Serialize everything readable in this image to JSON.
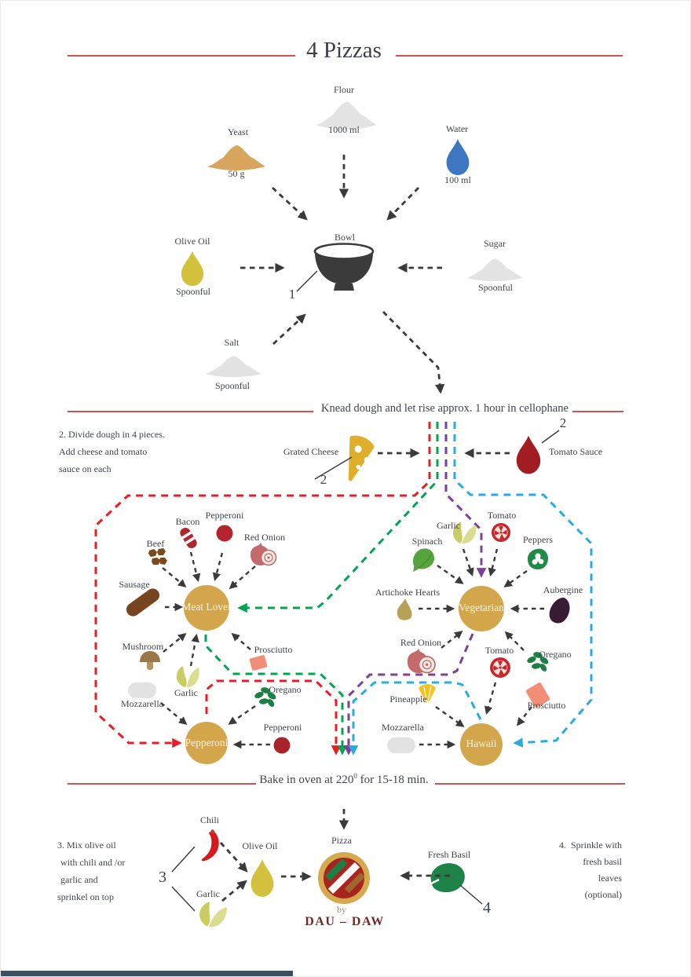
{
  "title": "4 Pizzas",
  "colors": {
    "divider_red": "#c75650",
    "route_pepperoni": "#ed1c24",
    "route_meat_lover": "#00a553",
    "route_vegetarian": "#7d3f98",
    "route_hawaii": "#29abe2",
    "pizza_gold": "#d3a64c",
    "arrow_dark": "#3a3a3a",
    "footer_bar": "#3d4e61"
  },
  "step1": {
    "marker": "1",
    "bowl_label": "Bowl",
    "ingredients": [
      {
        "label": "Flour",
        "amount": "1000 ml"
      },
      {
        "label": "Yeast",
        "amount": "50 g"
      },
      {
        "label": "Water",
        "amount": "100 ml"
      },
      {
        "label": "Olive Oil",
        "amount": "Spoonful"
      },
      {
        "label": "Sugar",
        "amount": "Spoonful"
      },
      {
        "label": "Salt",
        "amount": "Spoonful"
      }
    ]
  },
  "knead_note": "Knead dough and let rise approx. 1 hour in cellophane",
  "step2": {
    "marker": "2",
    "note_lines": [
      "2. Divide dough in 4 pieces.",
      "Add cheese and tomato",
      "sauce on each"
    ],
    "grated_cheese": "Grated Cheese",
    "tomato_sauce": "Tomato Sauce"
  },
  "pizzas": [
    {
      "name": "Meat Lover",
      "ingredients": [
        "Beef",
        "Bacon",
        "Pepperoni",
        "Red Onion",
        "Sausage",
        "Mushroom",
        "Garlic",
        "Prosciutto"
      ]
    },
    {
      "name": "Vegetarian",
      "ingredients": [
        "Garlic",
        "Tomato",
        "Spinach",
        "Peppers",
        "Artichoke Hearts",
        "Aubergine",
        "Red Onion",
        "Oregano"
      ]
    },
    {
      "name": "Pepperoni",
      "ingredients": [
        "Mozzarella",
        "Oregano",
        "Pepperoni"
      ]
    },
    {
      "name": "Hawaii",
      "ingredients": [
        "Pineapple",
        "Mozzarella",
        "Tomato",
        "Prosciutto"
      ]
    }
  ],
  "bake": {
    "prefix": "Bake in oven at 220",
    "sup": "0",
    "suffix": " for 15-18 min."
  },
  "step3": {
    "marker": "3",
    "note_lines": [
      "3. Mix olive oil",
      "with chili and /or",
      "garlic and",
      "sprinkel on top"
    ],
    "chili": "Chili",
    "garlic": "Garlic",
    "olive_oil": "Olive Oil",
    "pizza": "Pizza"
  },
  "step4": {
    "marker": "4",
    "fresh_basil": "Fresh Basil",
    "note_lines": [
      "4.  Sprinkle with",
      "fresh basil",
      "leaves",
      "(optional)"
    ]
  },
  "credit": {
    "by": "by",
    "name": "DAU – DAW"
  }
}
